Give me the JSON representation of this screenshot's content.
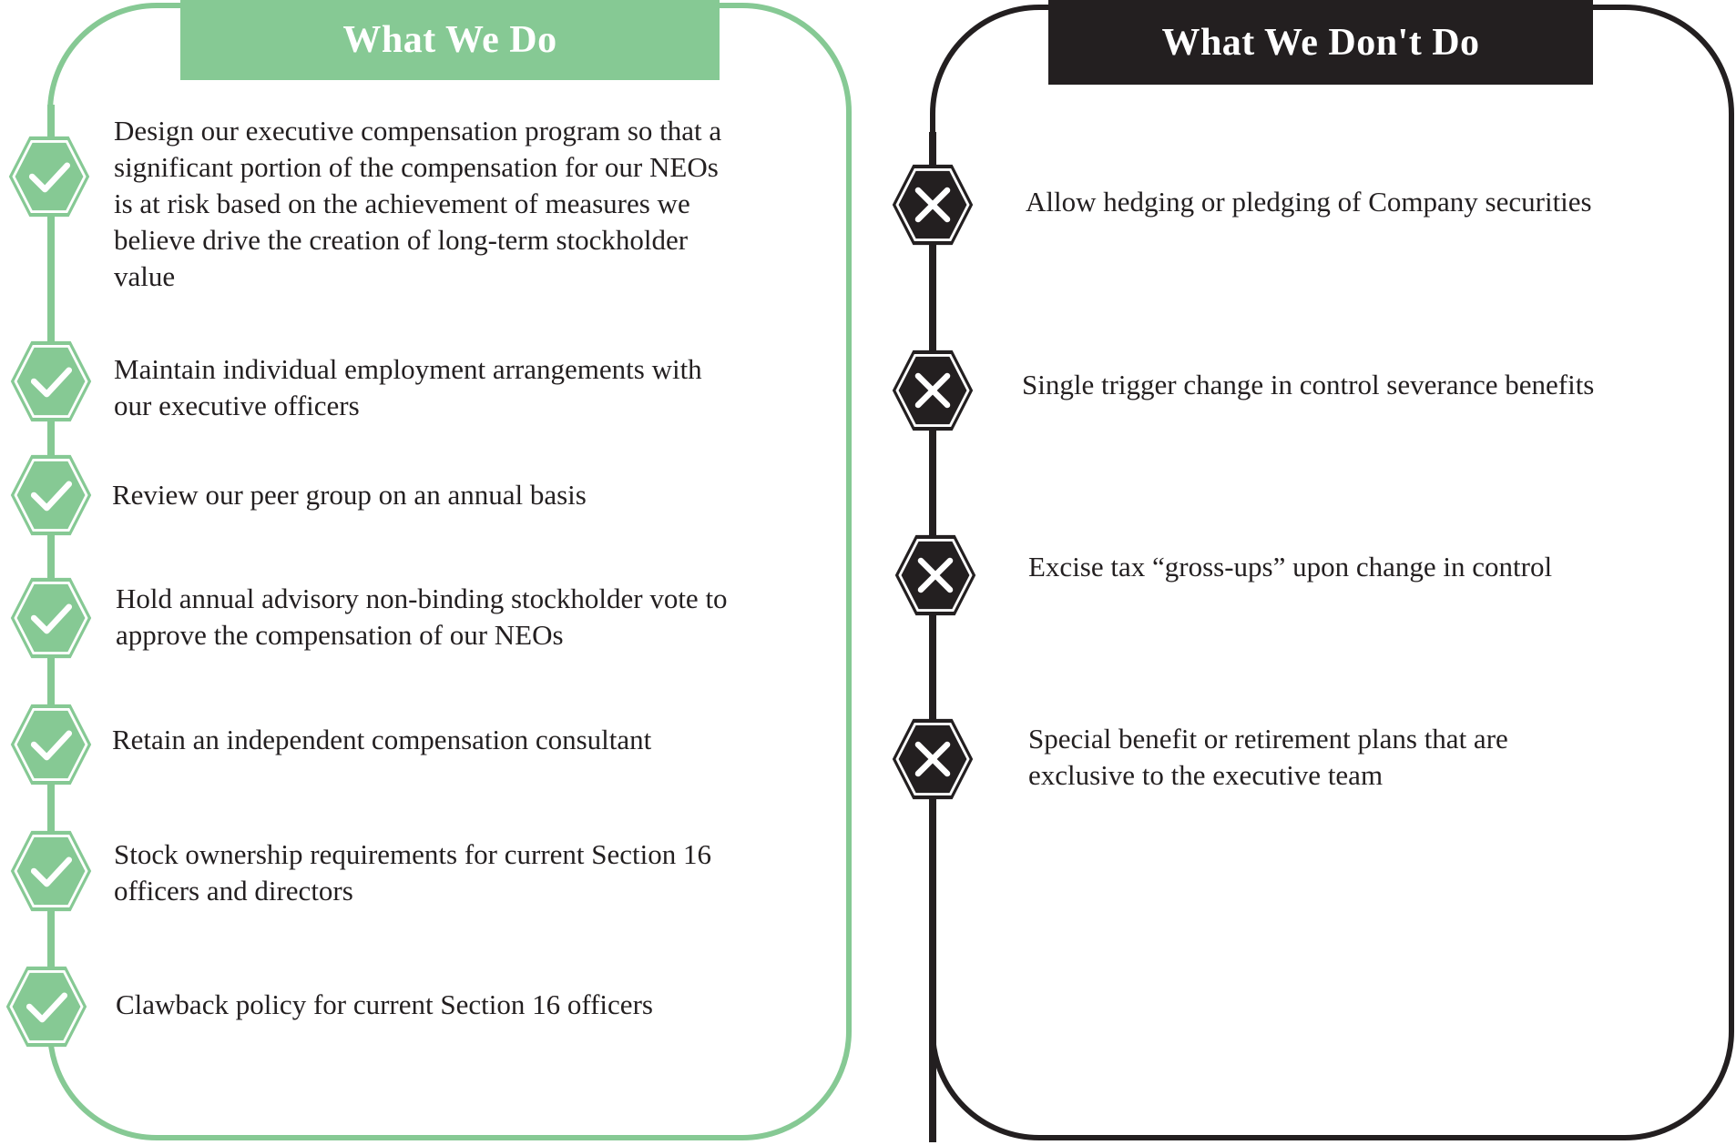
{
  "do_section": {
    "title": "What We Do",
    "accent_color": "#86c994",
    "icon": "checkmark-icon",
    "items": [
      {
        "text": "Design our executive compensation program so that a significant portion of the compensation for our NEOs is at risk based on the achievement of measures we believe drive the creation of long-term stockholder value"
      },
      {
        "text": "Maintain individual employment arrangements with our executive officers"
      },
      {
        "text": "Review our peer group on an annual basis"
      },
      {
        "text": "Hold annual advisory non-binding stockholder vote to approve the compensation of our NEOs"
      },
      {
        "text": "Retain an independent compensation consultant"
      },
      {
        "text": "Stock ownership requirements for current Section 16 officers and directors"
      },
      {
        "text": "Clawback policy for current Section 16 officers"
      }
    ]
  },
  "dont_section": {
    "title": "What We Don't Do",
    "accent_color": "#231f20",
    "icon": "x-mark-icon",
    "items": [
      {
        "text": "Allow hedging or pledging of Company securities"
      },
      {
        "text": "Single trigger change in control severance benefits"
      },
      {
        "text": "Excise tax “gross-ups” upon change in control"
      },
      {
        "text": "Special benefit or retirement plans that are exclusive to the executive team"
      }
    ]
  }
}
